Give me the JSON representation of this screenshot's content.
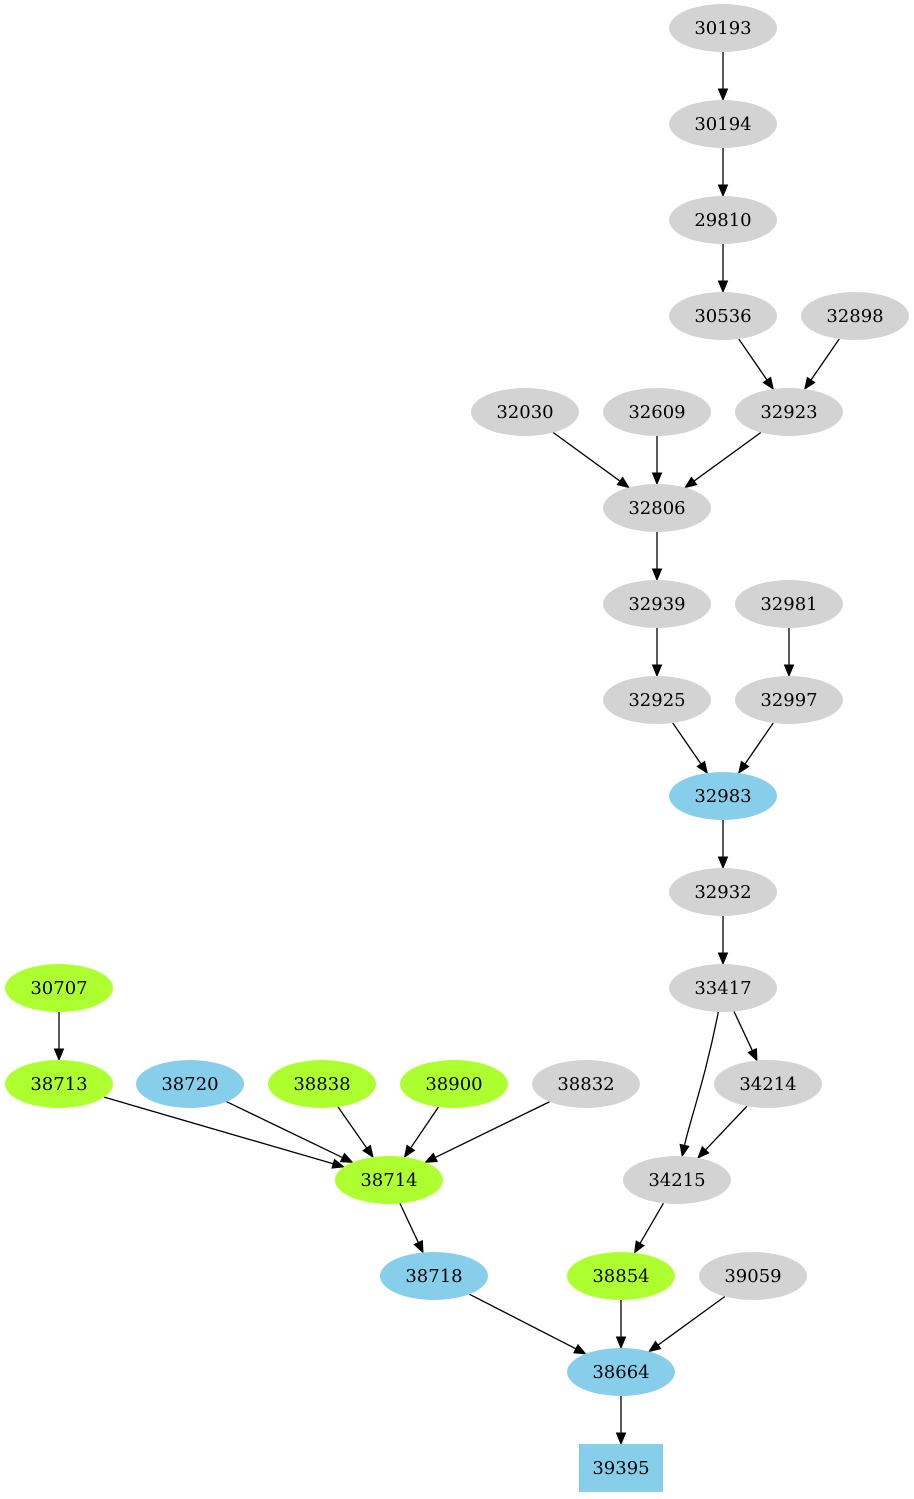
{
  "colors": {
    "default": "#d3d3d3",
    "blue": "#87ceeb",
    "green": "#adff2f"
  },
  "nodes": [
    {
      "id": "30193",
      "label": "30193",
      "color": "default",
      "shape": "ellipse"
    },
    {
      "id": "30194",
      "label": "30194",
      "color": "default",
      "shape": "ellipse"
    },
    {
      "id": "29810",
      "label": "29810",
      "color": "default",
      "shape": "ellipse"
    },
    {
      "id": "30536",
      "label": "30536",
      "color": "default",
      "shape": "ellipse"
    },
    {
      "id": "32898",
      "label": "32898",
      "color": "default",
      "shape": "ellipse"
    },
    {
      "id": "32030",
      "label": "32030",
      "color": "default",
      "shape": "ellipse"
    },
    {
      "id": "32609",
      "label": "32609",
      "color": "default",
      "shape": "ellipse"
    },
    {
      "id": "32923",
      "label": "32923",
      "color": "default",
      "shape": "ellipse"
    },
    {
      "id": "32806",
      "label": "32806",
      "color": "default",
      "shape": "ellipse"
    },
    {
      "id": "32939",
      "label": "32939",
      "color": "default",
      "shape": "ellipse"
    },
    {
      "id": "32981",
      "label": "32981",
      "color": "default",
      "shape": "ellipse"
    },
    {
      "id": "32925",
      "label": "32925",
      "color": "default",
      "shape": "ellipse"
    },
    {
      "id": "32997",
      "label": "32997",
      "color": "default",
      "shape": "ellipse"
    },
    {
      "id": "32983",
      "label": "32983",
      "color": "blue",
      "shape": "ellipse"
    },
    {
      "id": "32932",
      "label": "32932",
      "color": "default",
      "shape": "ellipse"
    },
    {
      "id": "30707",
      "label": "30707",
      "color": "green",
      "shape": "ellipse"
    },
    {
      "id": "33417",
      "label": "33417",
      "color": "default",
      "shape": "ellipse"
    },
    {
      "id": "38713",
      "label": "38713",
      "color": "green",
      "shape": "ellipse"
    },
    {
      "id": "38720",
      "label": "38720",
      "color": "blue",
      "shape": "ellipse"
    },
    {
      "id": "38838",
      "label": "38838",
      "color": "green",
      "shape": "ellipse"
    },
    {
      "id": "38900",
      "label": "38900",
      "color": "green",
      "shape": "ellipse"
    },
    {
      "id": "38832",
      "label": "38832",
      "color": "default",
      "shape": "ellipse"
    },
    {
      "id": "34214",
      "label": "34214",
      "color": "default",
      "shape": "ellipse"
    },
    {
      "id": "38714",
      "label": "38714",
      "color": "green",
      "shape": "ellipse"
    },
    {
      "id": "34215",
      "label": "34215",
      "color": "default",
      "shape": "ellipse"
    },
    {
      "id": "38718",
      "label": "38718",
      "color": "blue",
      "shape": "ellipse"
    },
    {
      "id": "38854",
      "label": "38854",
      "color": "green",
      "shape": "ellipse"
    },
    {
      "id": "39059",
      "label": "39059",
      "color": "default",
      "shape": "ellipse"
    },
    {
      "id": "38664",
      "label": "38664",
      "color": "blue",
      "shape": "ellipse"
    },
    {
      "id": "39395",
      "label": "39395",
      "color": "blue",
      "shape": "box"
    }
  ],
  "edges": [
    {
      "from": "30193",
      "to": "30194"
    },
    {
      "from": "30194",
      "to": "29810"
    },
    {
      "from": "29810",
      "to": "30536"
    },
    {
      "from": "30536",
      "to": "32923"
    },
    {
      "from": "32898",
      "to": "32923"
    },
    {
      "from": "32030",
      "to": "32806"
    },
    {
      "from": "32609",
      "to": "32806"
    },
    {
      "from": "32923",
      "to": "32806"
    },
    {
      "from": "32806",
      "to": "32939"
    },
    {
      "from": "32939",
      "to": "32925"
    },
    {
      "from": "32981",
      "to": "32997"
    },
    {
      "from": "32925",
      "to": "32983"
    },
    {
      "from": "32997",
      "to": "32983"
    },
    {
      "from": "32983",
      "to": "32932"
    },
    {
      "from": "32932",
      "to": "33417"
    },
    {
      "from": "33417",
      "to": "34214"
    },
    {
      "from": "33417",
      "to": "34215"
    },
    {
      "from": "34214",
      "to": "34215"
    },
    {
      "from": "30707",
      "to": "38713"
    },
    {
      "from": "38713",
      "to": "38714"
    },
    {
      "from": "38720",
      "to": "38714"
    },
    {
      "from": "38838",
      "to": "38714"
    },
    {
      "from": "38900",
      "to": "38714"
    },
    {
      "from": "38832",
      "to": "38714"
    },
    {
      "from": "38714",
      "to": "38718"
    },
    {
      "from": "34215",
      "to": "38854"
    },
    {
      "from": "38718",
      "to": "38664"
    },
    {
      "from": "38854",
      "to": "38664"
    },
    {
      "from": "39059",
      "to": "38664"
    },
    {
      "from": "38664",
      "to": "39395"
    }
  ]
}
